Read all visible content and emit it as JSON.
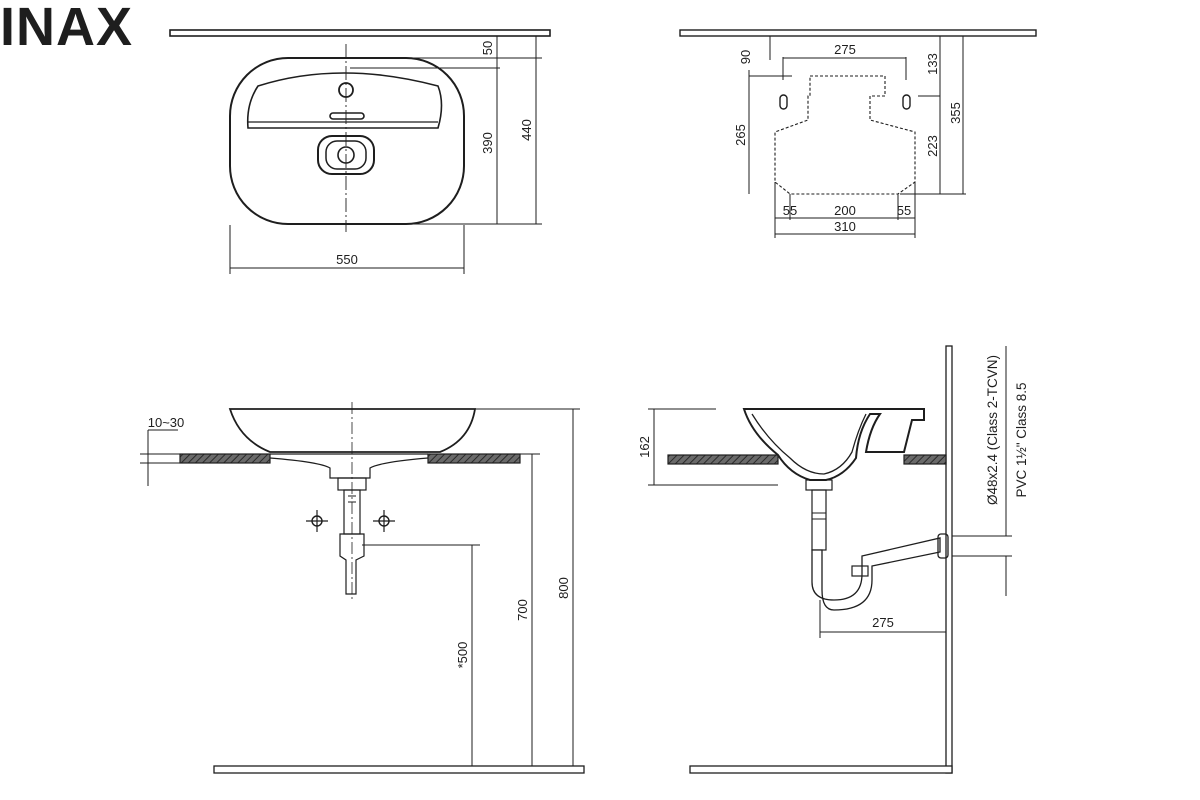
{
  "brand": "INAX",
  "top_view": {
    "width": "550",
    "depth": "440",
    "faucet_to_drain": "390",
    "rim_to_faucet": "50"
  },
  "template_view": {
    "hole_spacing": "275",
    "hole_offset": "90",
    "hole_to_top": "133",
    "overall_depth": "355",
    "left_depth": "265",
    "right_depth": "223",
    "side_left": "55",
    "middle": "200",
    "side_right": "55",
    "overall_width": "310"
  },
  "front_view": {
    "counter_thickness": "10~30",
    "floor_to_counter": "700",
    "floor_to_rim": "800",
    "floor_to_outlet": "*500"
  },
  "side_view": {
    "basin_height": "162",
    "wall_to_trap": "275",
    "pipe_spec_1": "Ø48x2.4 (Class 2-TCVN)",
    "pipe_spec_2": "PVC 1½\" Class 8.5"
  }
}
